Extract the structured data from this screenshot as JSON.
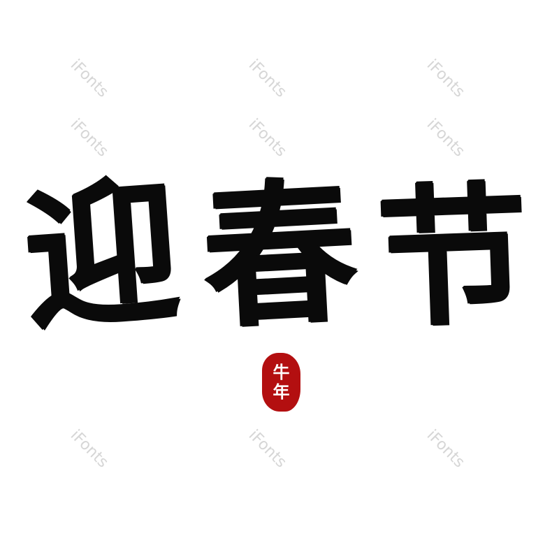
{
  "calligraphy": {
    "characters": [
      "迎",
      "春",
      "节"
    ],
    "color": "#0a0a0a"
  },
  "seal": {
    "characters": [
      "牛",
      "年"
    ],
    "color": "#b30f10"
  },
  "watermark": {
    "text": "iFonts"
  }
}
